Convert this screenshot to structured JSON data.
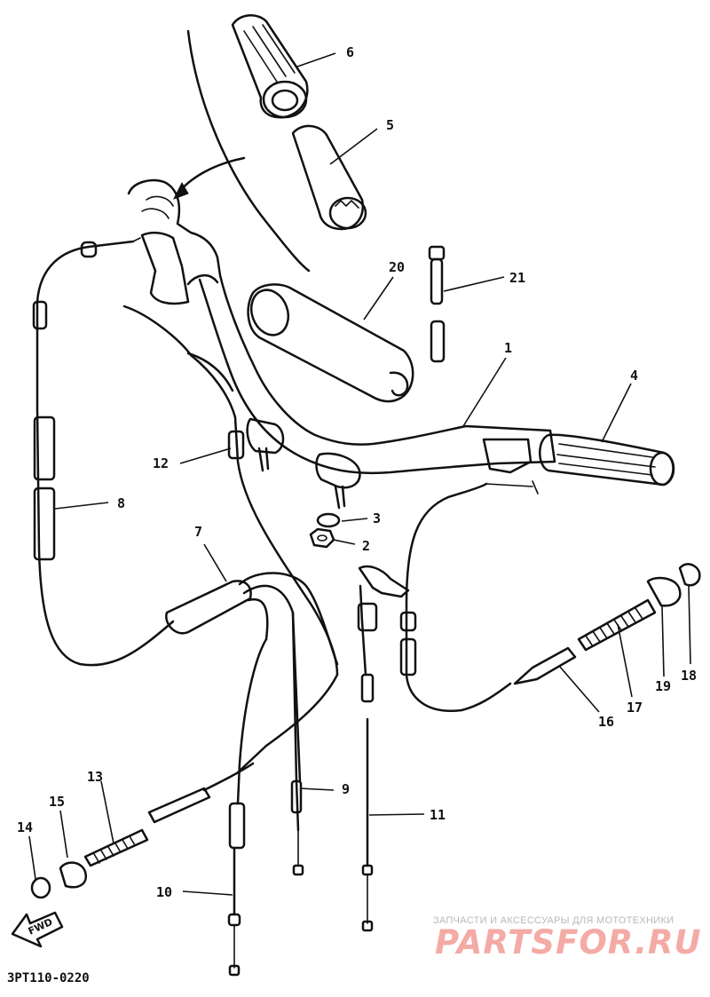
{
  "diagram_code": "3PT110-0220",
  "front_marker": "FWD",
  "watermark": {
    "tagline": "ЗАПЧАСТИ И АКСЕССУАРЫ ДЛЯ МОТОТЕХНИКИ",
    "logo_text": "PARTSFOR.RU"
  },
  "callouts": {
    "c1": "1",
    "c2": "2",
    "c3": "3",
    "c4": "4",
    "c5": "5",
    "c6": "6",
    "c7": "7",
    "c8": "8",
    "c9": "9",
    "c10": "10",
    "c11": "11",
    "c12": "12",
    "c13": "13",
    "c14": "14",
    "c15": "15",
    "c16": "16",
    "c17": "17",
    "c18": "18",
    "c19": "19",
    "c20": "20",
    "c21": "21"
  }
}
